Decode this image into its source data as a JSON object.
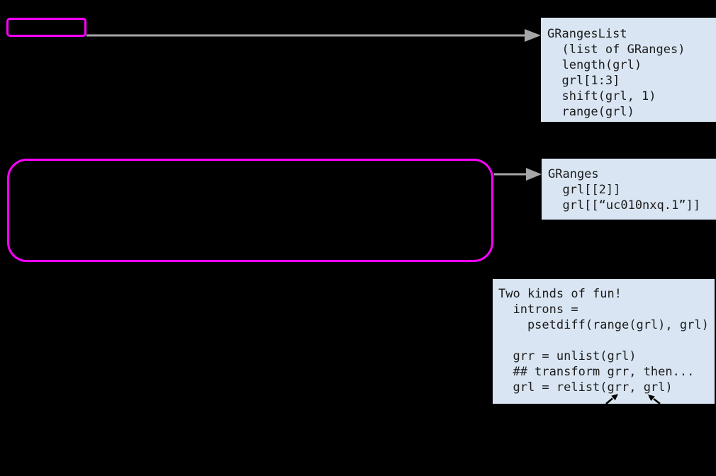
{
  "diagram": {
    "grangeslist_box": {
      "lines": [
        "GRangesList",
        "  (list of GRanges)",
        "  length(grl)",
        "  grl[1:3]",
        "  shift(grl, 1)",
        "  range(grl)"
      ]
    },
    "granges_box": {
      "lines": [
        "GRanges",
        "  grl[[2]]",
        "  grl[[“uc010nxq.1”]]"
      ]
    },
    "fun_box": {
      "lines": [
        "Two kinds of fun!",
        "  introns =",
        "    psetdiff(range(grl), grl)",
        "",
        "  grr = unlist(grl)",
        "  ## transform grr, then...",
        "  grl = relist(grr, grl)"
      ]
    },
    "colors": {
      "background": "#000000",
      "magenta_outline": "#ff00ff",
      "code_box_fill": "#d9e5f2",
      "code_text": "#1c1c1c",
      "arrow_gray": "#a6a6a6",
      "arrow_black": "#000000"
    }
  }
}
